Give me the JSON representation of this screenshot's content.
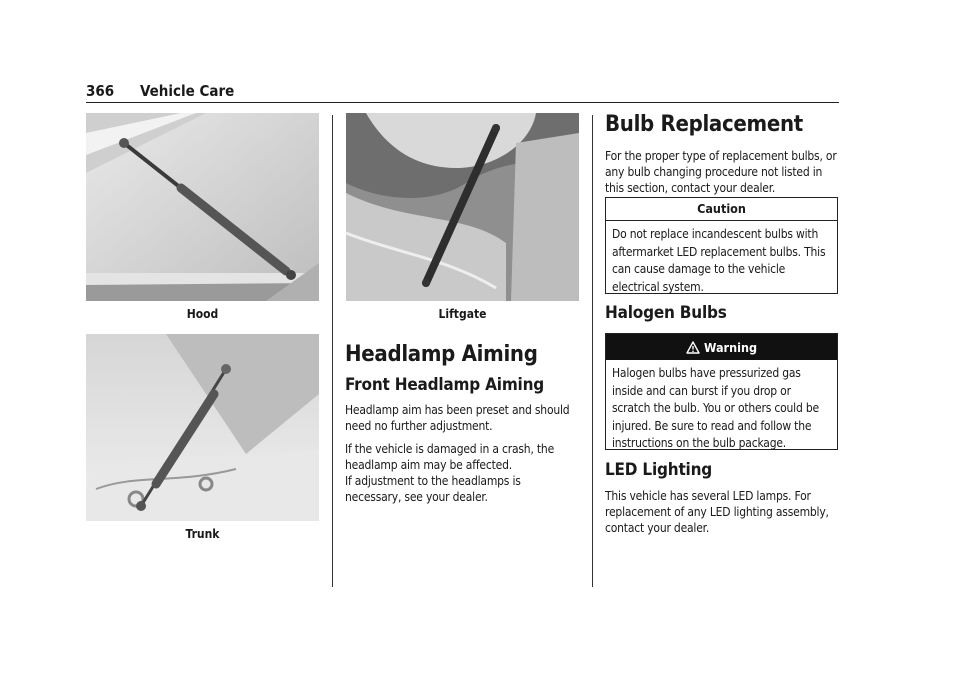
{
  "header": {
    "page_number": "366",
    "section": "Vehicle Care"
  },
  "figures": {
    "hood": {
      "caption": "Hood"
    },
    "trunk": {
      "caption": "Trunk"
    },
    "liftgate": {
      "caption": "Liftgate"
    }
  },
  "headlamp": {
    "heading": "Headlamp Aiming",
    "subheading": "Front Headlamp Aiming",
    "paragraphs": [
      "Headlamp aim has been preset and should need no further adjustment.",
      "If the vehicle is damaged in a crash, the headlamp aim may be affected.",
      "If adjustment to the headlamps is necessary, see your dealer."
    ]
  },
  "bulb": {
    "heading": "Bulb Replacement",
    "intro": "For the proper type of replacement bulbs, or any bulb changing procedure not listed in this section, contact your dealer.",
    "caution": {
      "title": "Caution",
      "text": "Do not replace incandescent bulbs with aftermarket LED replacement bulbs. This can cause damage to the vehicle electrical system."
    },
    "halogen": {
      "heading": "Halogen Bulbs",
      "warning_title": "Warning",
      "warning_icon": "warning-triangle-icon",
      "warning_text": "Halogen bulbs have pressurized gas inside and can burst if you drop or scratch the bulb. You or others could be injured. Be sure to read and follow the instructions on the bulb package."
    },
    "led": {
      "heading": "LED Lighting",
      "text": "This vehicle has several LED lamps. For replacement of any LED lighting assembly, contact your dealer."
    }
  }
}
